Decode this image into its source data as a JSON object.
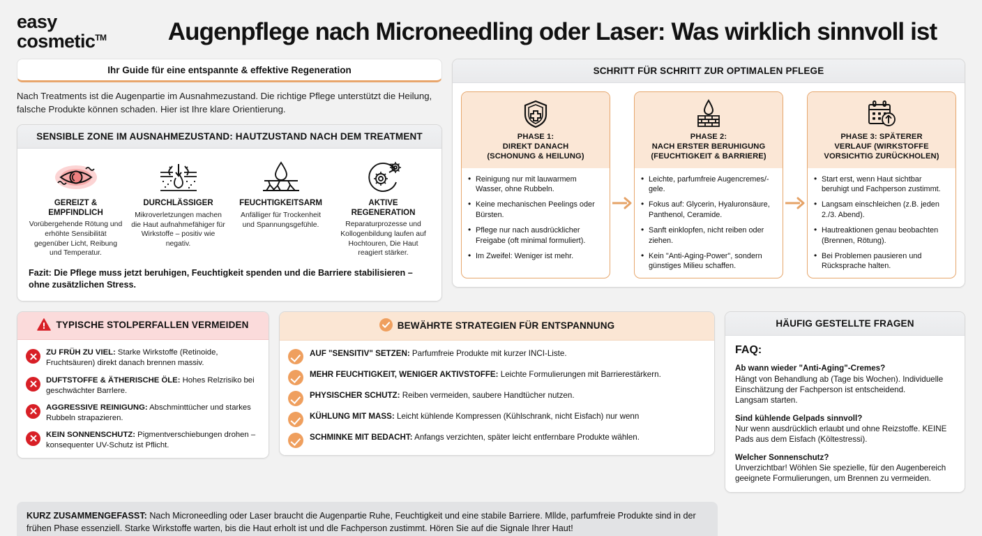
{
  "brand": {
    "line1": "easy",
    "line2": "cosmetic",
    "tm": "TM"
  },
  "header": {
    "title": "Augenpflege nach Microneedling oder Laser: Was wirklich sinnvoll ist"
  },
  "guide_banner": {
    "text": "Ihr Guide für eine entspannte & effektive Regeneration"
  },
  "intro": {
    "text": "Nach Treatments ist die Augenpartie im Ausnahmezustand. Die richtige Pflege unterstützt die Heilung, falsche Produkte können schaden. Hier ist Ihre klare Orientierung."
  },
  "skin_panel": {
    "heading": "SENSIBLE ZONE IM AUSNAHMEZUSTAND: HAUTZUSTAND NACH DEM TREATMENT",
    "items": [
      {
        "icon": "irritated-eye-icon",
        "title": "GEREIZT & EMPFINDLICH",
        "desc": "Vorübergehende Rötung und erhöhte Sensibilität gegenüber Licht, Reibung und Temperatur."
      },
      {
        "icon": "skin-permeability-icon",
        "title": "DURCHLÄSSIGER",
        "desc": "Mikroverletzungen machen die Haut aufnahmefähiger für Wirkstoffe – positiv wie negativ."
      },
      {
        "icon": "dry-skin-droplet-icon",
        "title": "FEUCHTIGKEITSARM",
        "desc": "Anfälliger für Trockenheit und Spannungsgefühle."
      },
      {
        "icon": "regeneration-gears-icon",
        "title": "AKTIVE REGENERATION",
        "desc": "Reparaturprozesse und Kollogenbildung laufen auf Hochtouren, Die Haut reagiert stärker."
      }
    ],
    "fazit": "Fazit: Die Pflege muss jetzt beruhigen, Feuchtigkeit spenden und die Barriere stabilisieren – ohne zusätzlichen Stress."
  },
  "phases_panel": {
    "heading": "SCHRITT FÜR SCHRITT ZUR OPTIMALEN PFLEGE",
    "cards": [
      {
        "icon": "shield-plus-icon",
        "title": "PHASE 1:\nDIREKT DANACH\n(SCHONUNG & HEILUNG)",
        "bullets": [
          "Reinigung nur mit lauwarmem Wasser, ohne Rubbeln.",
          "Keine mechanischen Peelings oder Bürsten.",
          "Pflege nur nach ausdrücklicher Freigabe (oft minimal formuliert).",
          "Im Zweifel: Weniger ist mehr."
        ]
      },
      {
        "icon": "droplet-brick-wall-icon",
        "title": "PHASE 2:\nNACH ERSTER BERUHIGUNG\n(FEUCHTIGKEIT & BARRIERE)",
        "bullets": [
          "Leichte, parfumfreie Augencremes/-gele.",
          "Fokus auf: Glycerin, Hyaluronsäure, Panthenol, Ceramide.",
          "Sanft einklopfen, nicht reiben oder ziehen.",
          "Kein \"Anti-Aging-Power\", sondern günstiges Milieu schaffen."
        ]
      },
      {
        "icon": "calendar-arrow-up-icon",
        "title": "PHASE 3: SPÄTERER\nVERLAUF (WIRKSTOFFE\nVORSICHTIG ZURÜCKHOLEN)",
        "bullets": [
          "Start erst, wenn Haut sichtbar beruhigt und Fachperson zustimmt.",
          "Langsam einschleichen (z.B. jeden 2./3. Abend).",
          "Hautreaktionen genau beobachten (Brennen, Rötung).",
          "Bei Problemen pausieren und Rücksprache halten."
        ]
      }
    ],
    "arrow_glyph": "→"
  },
  "warnings_panel": {
    "heading": "TYPISCHE STOLPERFALLEN VERMEIDEN",
    "items": [
      {
        "bold": "ZU FRÜH ZU VIEL:",
        "text": " Starke Wirkstoffe (Retinoide, Fruchtsäuren) direkt danach brennen massiv."
      },
      {
        "bold": "DUFTSTOFFE & ÄTHERISCHE ÖLE:",
        "text": " Hohes Relzrisiko bei geschwächter Barrlere."
      },
      {
        "bold": "AGGRESSIVE REINIGUNG:",
        "text": " Abschminttücher und starkes Rubbeln strapazieren."
      },
      {
        "bold": "KEIN SONNENSCHUTZ:",
        "text": " Pigmentverschiebungen drohen – konsequenter UV-Schutz ist Pflicht."
      }
    ]
  },
  "strategies_panel": {
    "heading": "BEWÄHRTE STRATEGIEN FÜR ENTSPANNUNG",
    "items": [
      {
        "bold": "AUF \"SENSITIV\" SETZEN:",
        "text": " Parfumfreie Produkte mit kurzer INCI-Liste."
      },
      {
        "bold": "MEHR FEUCHTIGKEIT, WENIGER AKTIVSTOFFE:",
        "text": " Leichte Formulierungen mit Barrierestärkern."
      },
      {
        "bold": "PHYSISCHER SCHUTZ:",
        "text": " Reiben vermeiden, saubere Handtücher nutzen."
      },
      {
        "bold": "KÜHLUNG MIT MASS:",
        "text": " Leicht kühlende Kompressen (Kühlschrank, nicht Eisfach) nur wenn"
      },
      {
        "bold": "SCHMINKE MIT BEDACHT:",
        "text": " Anfangs verzichten, später leicht entfernbare Produkte wählen."
      }
    ]
  },
  "faq_panel": {
    "heading": "HÄUFIG GESTELLTE FRAGEN",
    "label": "FAQ:",
    "items": [
      {
        "q": "Ab wann wieder \"Anti-Aging\"-Cremes?",
        "a": "Hängt von Behandlung ab (Tage bis Wochen). Individuelle Einschätzung der Fachperson ist entscheidend.\nLangsam starten."
      },
      {
        "q": "Sind kühlende Gelpads sinnvoll?",
        "a": "Nur wenn ausdrücklich erlaubt und ohne Reizstoffe. KEINE Pads aus dem Eisfach (Költestressi)."
      },
      {
        "q": "Welcher Sonnenschutz?",
        "a": "Unverzichtbar! Wöhlen Sie spezielle, für den Augenbereich geeignete Formulierungen, um Brennen zu vermeiden."
      }
    ]
  },
  "summary": {
    "bold": "KURZ ZUSAMMENGEFASST:",
    "text": " Nach Microneedling oder Laser braucht die Augenpartie Ruhe, Feuchtigkeit und eine stabile Barriere. Mllde, parfumfreie Produkte sind in der frühen Phase essenziell. Starke Wirkstoffe warten, bis die Haut erholt ist und dle Fachperson zustimmt. Hören Sie auf die Signale Ihrer Haut!"
  },
  "colors": {
    "accent_orange": "#e6a66c",
    "check_orange": "#ef9f5e",
    "danger_red": "#d81f26",
    "peach_bg": "#fbe7d6",
    "page_bg": "#f2f2f2"
  }
}
